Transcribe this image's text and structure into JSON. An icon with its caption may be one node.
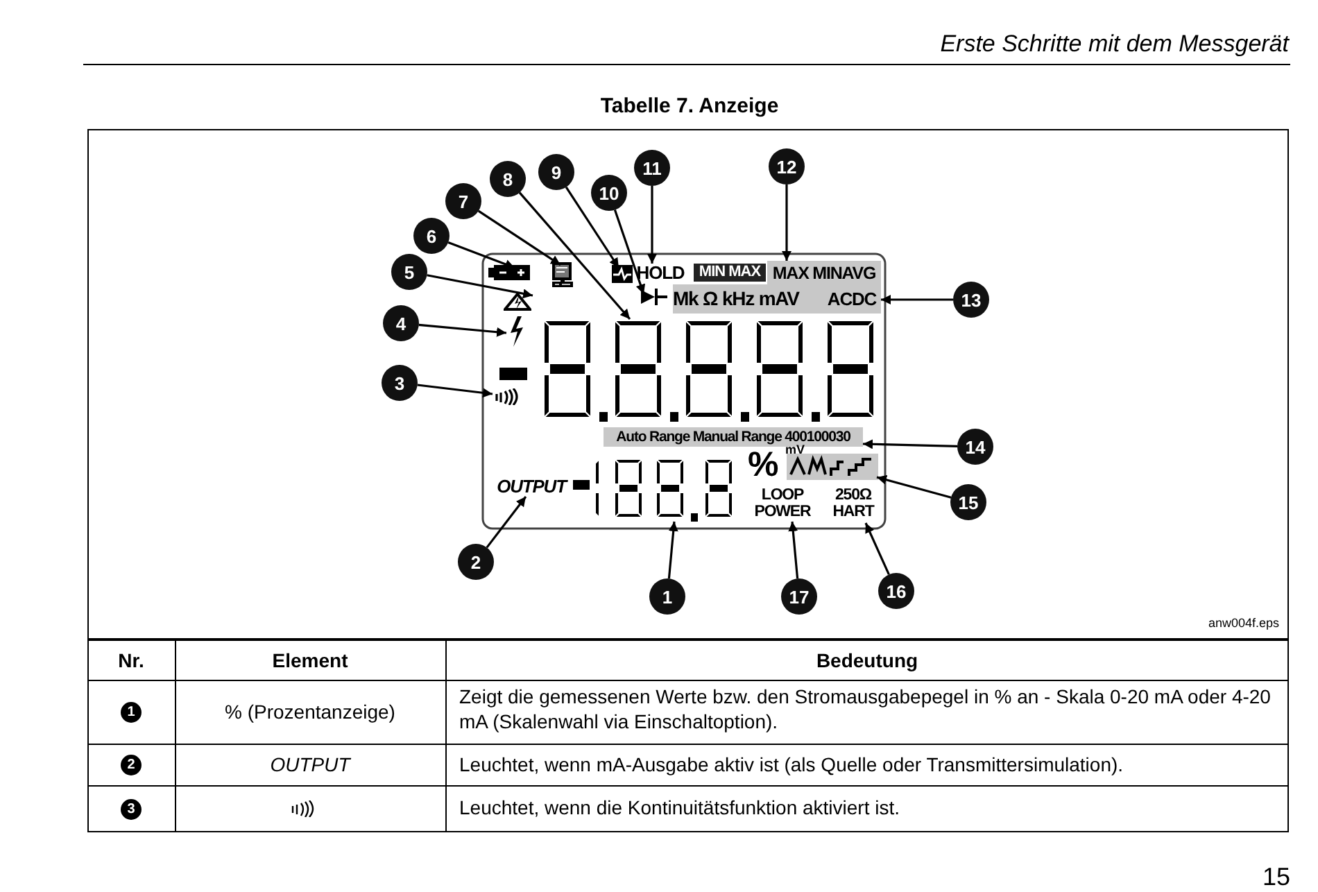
{
  "diagram": {
    "title": "Tabelle 7. Anzeige",
    "nodes": [
      {
        "text": [
          "1"
        ]
      },
      {
        "text": [
          "2"
        ]
      },
      {
        "text": [
          "3"
        ]
      },
      {
        "text": [
          "4"
        ]
      },
      {
        "text": [
          "5"
        ]
      },
      {
        "text": [
          "6"
        ]
      },
      {
        "text": [
          "7"
        ]
      },
      {
        "text": [
          "8"
        ]
      },
      {
        "text": [
          "9"
        ]
      },
      {
        "text": [
          "10"
        ]
      },
      {
        "text": [
          "11"
        ]
      },
      {
        "text": [
          "12"
        ]
      },
      {
        "text": [
          "13"
        ]
      },
      {
        "text": [
          "14"
        ]
      },
      {
        "text": [
          "15"
        ]
      },
      {
        "text": [
          "16"
        ]
      },
      {
        "text": [
          "17"
        ]
      },
      {
        "text": [],
        "shape": "digits"
      },
      {
        "text": [
          "OUTPUT"
        ]
      },
      {
        "text": [],
        "shape": "icon"
      },
      {
        "text": [],
        "shape": "icon"
      },
      {
        "text": [],
        "shape": "triangle"
      },
      {
        "text": [],
        "shape": "icon"
      },
      {
        "text": [],
        "shape": "icon"
      },
      {
        "text": [],
        "shape": "digits"
      },
      {
        "text": [],
        "shape": "icon"
      },
      {
        "text": [],
        "shape": "icon"
      },
      {
        "text": [
          "HOLD"
        ]
      },
      {
        "text": [
          "MAX MINAVG"
        ]
      },
      {
        "text": [
          "ACDC"
        ]
      },
      {
        "text": [
          "Auto Range Manual Range 400100030"
        ]
      },
      {
        "text": [],
        "shape": "icon"
      },
      {
        "text": [
          "250Ω HART"
        ]
      },
      {
        "text": [
          "LOOP POWER"
        ]
      }
    ],
    "edges": [
      {
        "from": 0,
        "to": 24,
        "arrow": "to"
      },
      {
        "from": 1,
        "to": 18,
        "arrow": "to"
      },
      {
        "from": 2,
        "to": 19,
        "arrow": "to"
      },
      {
        "from": 3,
        "to": 20,
        "arrow": "to"
      },
      {
        "from": 4,
        "to": 21,
        "arrow": "to"
      },
      {
        "from": 5,
        "to": 22,
        "arrow": "to"
      },
      {
        "from": 6,
        "to": 23,
        "arrow": "to"
      },
      {
        "from": 7,
        "to": 17,
        "arrow": "to"
      },
      {
        "from": 8,
        "to": 25,
        "arrow": "to"
      },
      {
        "from": 9,
        "to": 26,
        "arrow": "to"
      },
      {
        "from": 10,
        "to": 27,
        "arrow": "to"
      },
      {
        "from": 11,
        "to": 28,
        "arrow": "to"
      },
      {
        "from": 12,
        "to": 29,
        "arrow": "to"
      },
      {
        "from": 13,
        "to": 30,
        "arrow": "to"
      },
      {
        "from": 14,
        "to": 31,
        "arrow": "to"
      },
      {
        "from": 15,
        "to": 32,
        "arrow": "to"
      },
      {
        "from": 16,
        "to": 33,
        "arrow": "to"
      }
    ],
    "labels": [
      "Erste Schritte mit dem Messgerät",
      "MIN MAX",
      "Mk Ω kHz mAV",
      "%",
      "mV",
      "anw004f.eps",
      "Nr.",
      "Element",
      "Bedeutung",
      "1",
      "% (Prozentanzeige)",
      "Zeigt die gemessenen Werte bzw. den Stromausgabepegel in % an - Skala 0-20 mA oder 4-20 mA (Skalenwahl via Einschaltoption).",
      "2",
      "OUTPUT",
      "Leuchtet, wenn mA-Ausgabe aktiv ist (als Quelle oder Transmittersimulation).",
      "3",
      "Leuchtet, wenn die Kontinuitätsfunktion aktiviert ist.",
      "15"
    ]
  }
}
